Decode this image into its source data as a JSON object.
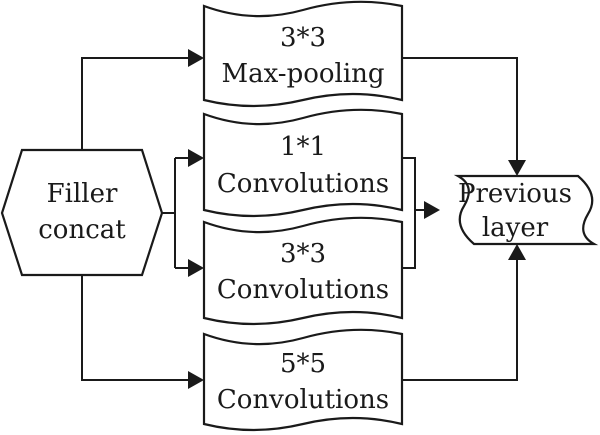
{
  "diagram": {
    "input": {
      "line1": "Filler",
      "line2": "concat"
    },
    "branches": {
      "maxpool": {
        "line1": "3*3",
        "line2": "Max-pooling"
      },
      "conv1": {
        "line1": "1*1",
        "line2": "Convolutions"
      },
      "conv3": {
        "line1": "3*3",
        "line2": "Convolutions"
      },
      "conv5": {
        "line1": "5*5",
        "line2": "Convolutions"
      }
    },
    "output": {
      "line1": "Previous",
      "line2": "layer"
    }
  }
}
